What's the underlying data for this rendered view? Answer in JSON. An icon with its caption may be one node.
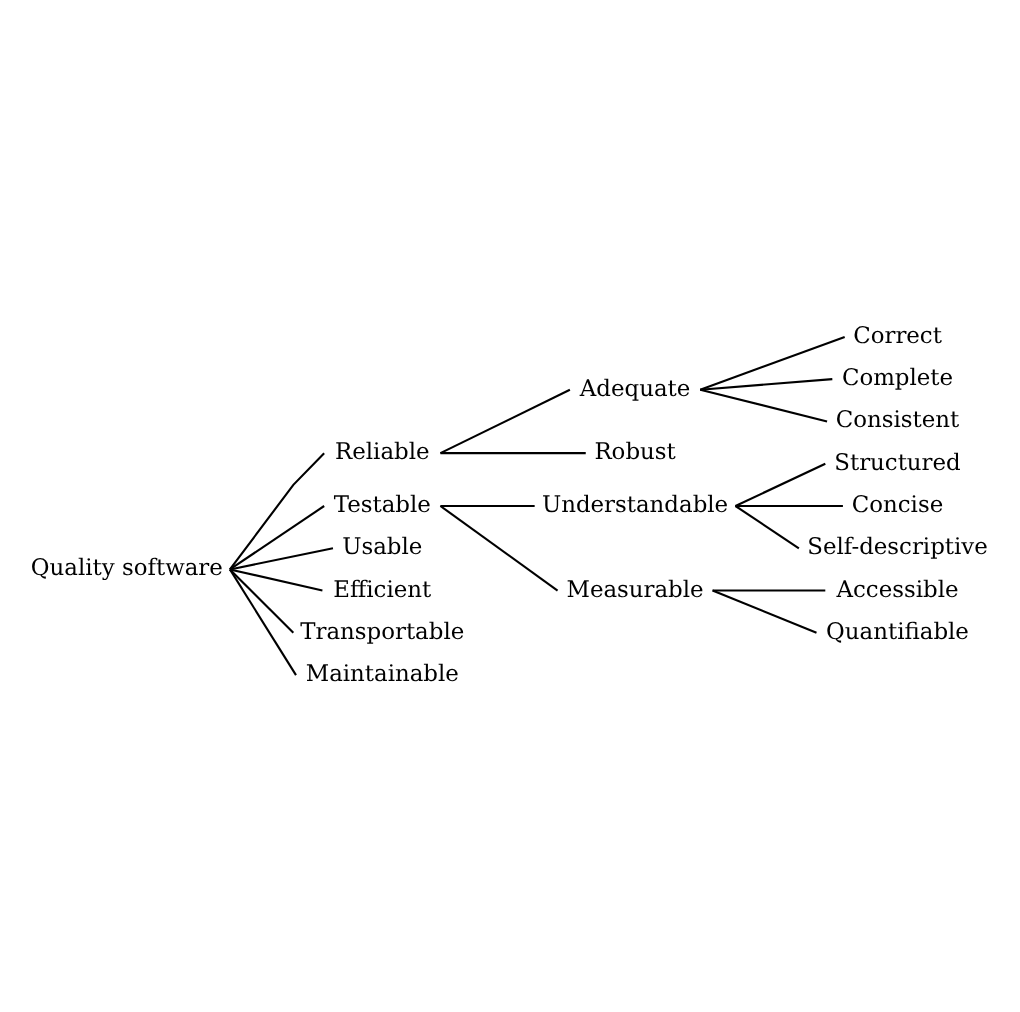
{
  "diagram": {
    "nodes": [
      {
        "text": [
          "Quality software"
        ]
      },
      {
        "text": [
          "Reliable"
        ]
      },
      {
        "text": [
          "Adequate"
        ]
      },
      {
        "text": [
          "Correct"
        ]
      },
      {
        "text": [
          "Complete"
        ]
      },
      {
        "text": [
          "Consistent"
        ]
      },
      {
        "text": [
          "Robust"
        ]
      },
      {
        "text": [
          "Testable"
        ]
      },
      {
        "text": [
          "Understandable"
        ]
      },
      {
        "text": [
          "Structured"
        ]
      },
      {
        "text": [
          "Concise"
        ]
      },
      {
        "text": [
          "Self-descriptive"
        ]
      },
      {
        "text": [
          "Measurable"
        ]
      },
      {
        "text": [
          "Accessible"
        ]
      },
      {
        "text": [
          "Quantifiable"
        ]
      },
      {
        "text": [
          "Usable"
        ]
      },
      {
        "text": [
          "Efficient"
        ]
      },
      {
        "text": [
          "Transportable"
        ]
      },
      {
        "text": [
          "Maintainable"
        ]
      }
    ],
    "edges": [
      {
        "from": 0,
        "to": 1,
        "arrow": "none"
      },
      {
        "from": 1,
        "to": 2,
        "arrow": "none"
      },
      {
        "from": 2,
        "to": 3,
        "arrow": "none"
      },
      {
        "from": 2,
        "to": 4,
        "arrow": "none"
      },
      {
        "from": 2,
        "to": 5,
        "arrow": "none"
      },
      {
        "from": 1,
        "to": 6,
        "arrow": "none"
      },
      {
        "from": 0,
        "to": 7,
        "arrow": "none"
      },
      {
        "from": 7,
        "to": 8,
        "arrow": "none"
      },
      {
        "from": 8,
        "to": 9,
        "arrow": "none"
      },
      {
        "from": 8,
        "to": 10,
        "arrow": "none"
      },
      {
        "from": 8,
        "to": 11,
        "arrow": "none"
      },
      {
        "from": 7,
        "to": 12,
        "arrow": "none"
      },
      {
        "from": 12,
        "to": 13,
        "arrow": "none"
      },
      {
        "from": 12,
        "to": 14,
        "arrow": "none"
      },
      {
        "from": 0,
        "to": 15,
        "arrow": "none"
      },
      {
        "from": 0,
        "to": 16,
        "arrow": "none"
      },
      {
        "from": 0,
        "to": 17,
        "arrow": "none"
      },
      {
        "from": 0,
        "to": 18,
        "arrow": "none"
      }
    ]
  }
}
